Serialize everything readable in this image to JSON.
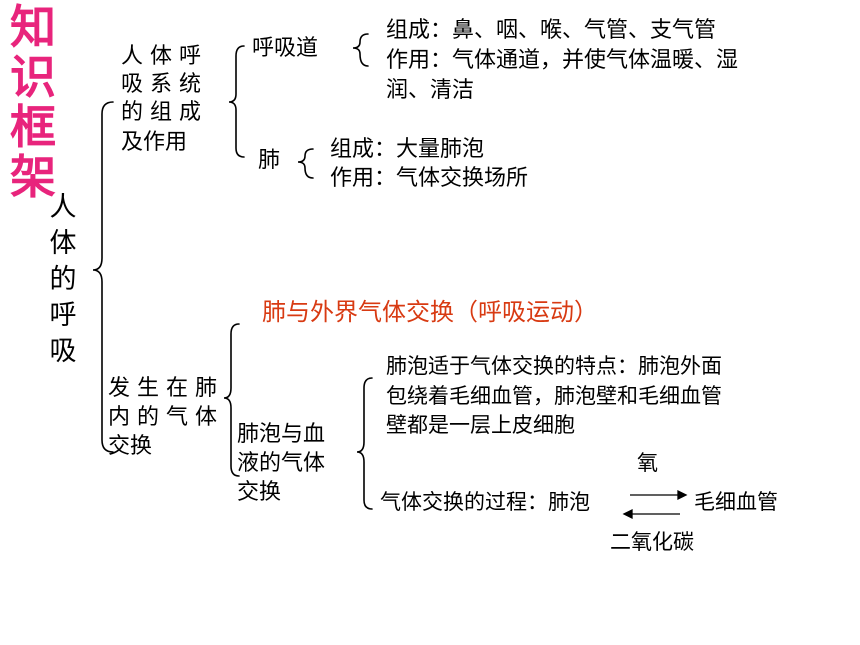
{
  "title": "知识框架",
  "topic": "人体的呼吸",
  "colors": {
    "title": "#e8247c",
    "exchange_heading": "#d83a12",
    "text": "#000000"
  },
  "branch1": {
    "label_lines": [
      "人 体 呼",
      "吸 系 统",
      "的 组 成",
      "及作用"
    ],
    "airway": {
      "label": "呼吸道",
      "lines": [
        "组成：鼻、咽、喉、气管、支气管",
        "作用：气体通道，并使气体温暖、湿",
        "润、清洁"
      ]
    },
    "lung": {
      "label": "肺",
      "lines": [
        "组成：大量肺泡",
        "作用：气体交换场所"
      ]
    }
  },
  "branch2": {
    "label_lines": [
      "发 生 在 肺",
      "内 的 气 体",
      "交换"
    ],
    "external": "肺与外界气体交换（呼吸运动）",
    "alveolar": {
      "label_lines": [
        "肺泡与血",
        "液的气体",
        "交换"
      ],
      "feature_lines": [
        "肺泡适于气体交换的特点：肺泡外面",
        "包绕着毛细血管，肺泡壁和毛细血管",
        "壁都是一层上皮细胞"
      ],
      "process": {
        "prefix": "气体交换的过程：肺泡",
        "target": "毛细血管",
        "top_label": "氧",
        "bottom_label": "二氧化碳"
      }
    }
  }
}
